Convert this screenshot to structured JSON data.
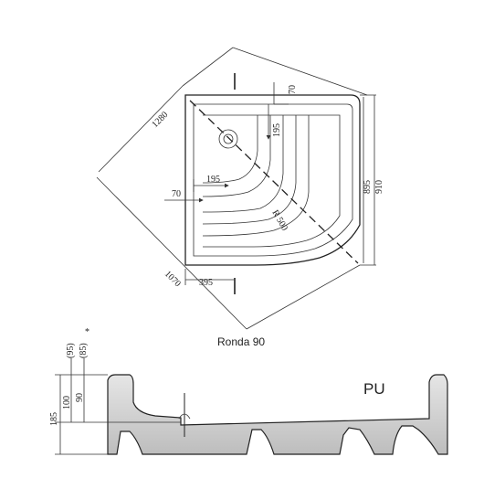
{
  "top_view": {
    "diag_width": "1280",
    "side_width": "1070",
    "rim_width": "70",
    "drain_offset_v": "195",
    "drain_offset_h": "195",
    "inner_step": "70",
    "radius": "R 500",
    "inner_depth": "895",
    "outer_depth": "910",
    "bottom_width": "395"
  },
  "caption": "Ronda 90",
  "section_view": {
    "height_185": "185",
    "height_100": "100",
    "height_90": "90",
    "label_95": "(95)",
    "label_85": "(85)",
    "asterisk": "*",
    "material": "PU"
  }
}
